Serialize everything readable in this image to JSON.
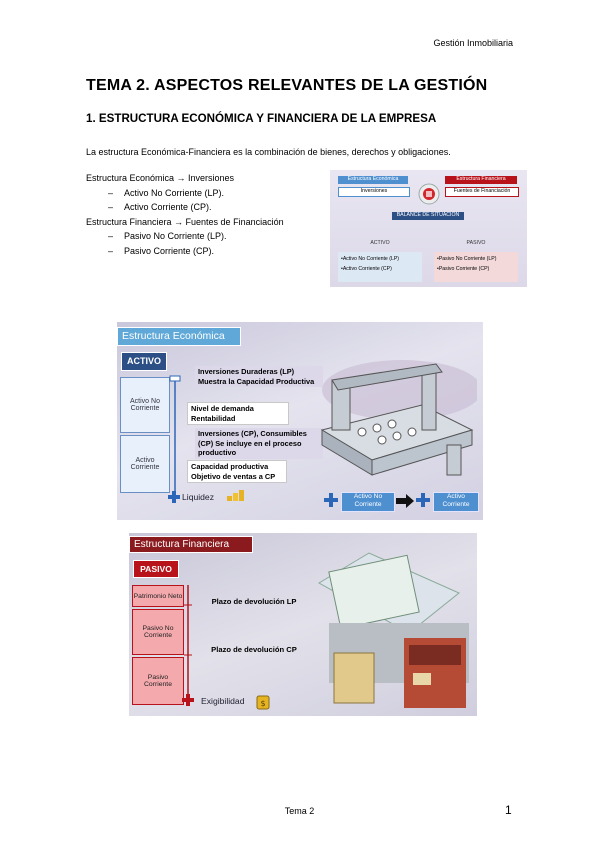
{
  "header": {
    "right": "Gestión Inmobiliaria"
  },
  "title": "TEMA 2. ASPECTOS RELEVANTES DE LA GESTIÓN",
  "subtitle": "1. ESTRUCTURA ECONÓMICA Y FINANCIERA DE LA EMPRESA",
  "intro": "La estructura Económica-Financiera es la combinación de bienes, derechos y obligaciones.",
  "list": {
    "economica": "Estructura Económica → Inversiones",
    "economica_items": [
      "Activo No Corriente (LP).",
      "Activo Corriente (CP)."
    ],
    "financiera": "Estructura Financiera → Fuentes de Financiación",
    "financiera_items": [
      "Pasivo No Corriente (LP).",
      "Pasivo Corriente (CP)."
    ],
    "dash": "–"
  },
  "slide1": {
    "economica_label": "Estructura Económica",
    "financiera_label": "Estructura Financiera",
    "inversiones": "Inversiones",
    "fuentes": "Fuentes de Financiación",
    "balance": "BALANCE DE SITUACIÓN",
    "activo": "ACTIVO",
    "pasivo": "PASIVO",
    "activo_items": [
      "•Activo No Corriente (LP)",
      "•Activo Corriente (CP)"
    ],
    "pasivo_items": [
      "•Pasivo No Corriente (LP)",
      "•Pasivo Corriente (CP)"
    ]
  },
  "slide2": {
    "title": "Estructura Económica",
    "badge": "ACTIVO",
    "cell_no_corriente": "Activo No Corriente",
    "cell_corriente": "Activo Corriente",
    "box1": "Inversiones Duraderas (LP) Muestra la Capacidad Productiva",
    "box2": "Nivel de demanda Rentabilidad",
    "box3": "Inversiones (CP), Consumibles (CP) Se incluye en el proceso productivo",
    "box4": "Capacidad productiva Objetivo de ventas a CP",
    "liquidez": "Liquidez",
    "bottom_left": "Activo No Corriente",
    "bottom_right": "Activo Corriente"
  },
  "slide3": {
    "title": "Estructura Financiera",
    "badge": "PASIVO",
    "cell_patrimonio": "Patrimonio Neto",
    "cell_no_corriente": "Pasivo No Corriente",
    "cell_corriente": "Pasivo Corriente",
    "box_lp": "Plazo de devolución LP",
    "box_cp": "Plazo de devolución CP",
    "exigibilidad": "Exigibilidad"
  },
  "footer": {
    "center": "Tema 2",
    "page": "1"
  },
  "colors": {
    "blue_title": "#5fa8d8",
    "navy": "#2c4f86",
    "red_title": "#8a1a1e",
    "red": "#b8131b",
    "pink": "#f4a9ad"
  }
}
